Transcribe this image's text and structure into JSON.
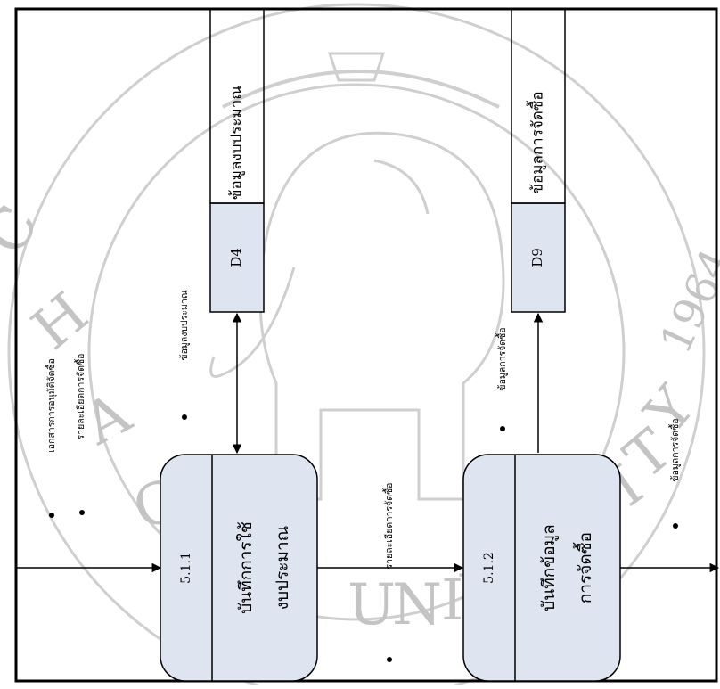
{
  "diagram": {
    "processes": [
      {
        "id": "p1",
        "number": "5.1.1",
        "label_line1": "บันทึกการใช้",
        "label_line2": "งบประมาณ"
      },
      {
        "id": "p2",
        "number": "5.1.2",
        "label_line1": "บันทึกข้อมูล",
        "label_line2": "การจัดซื้อ"
      }
    ],
    "data_stores": [
      {
        "id": "d4",
        "code": "D4",
        "name": "ข้อมูลงบประมาณ"
      },
      {
        "id": "d9",
        "code": "D9",
        "name": "ข้อมูลการจัดซื้อ"
      }
    ],
    "flows": {
      "input_doc": "เอกสารการอนุมัติจัดซื้อ",
      "input_detail": "รายละเอียดการจัดซื้อ",
      "budget_data": "ข้อมูลงบประมาณ",
      "p1_to_p2": "รายละเอียดการจัดซื้อ",
      "purchase_data": "ข้อมูลการจัดซื้อ",
      "output": "ข้อมูลการจัดซื้อ"
    },
    "watermark": {
      "text": "CHIANG MAI UNIVERSITY",
      "number": "1964"
    }
  },
  "colors": {
    "box_fill": "#dfe4f1",
    "line": "#000000",
    "watermark": "#c4c4c4"
  }
}
